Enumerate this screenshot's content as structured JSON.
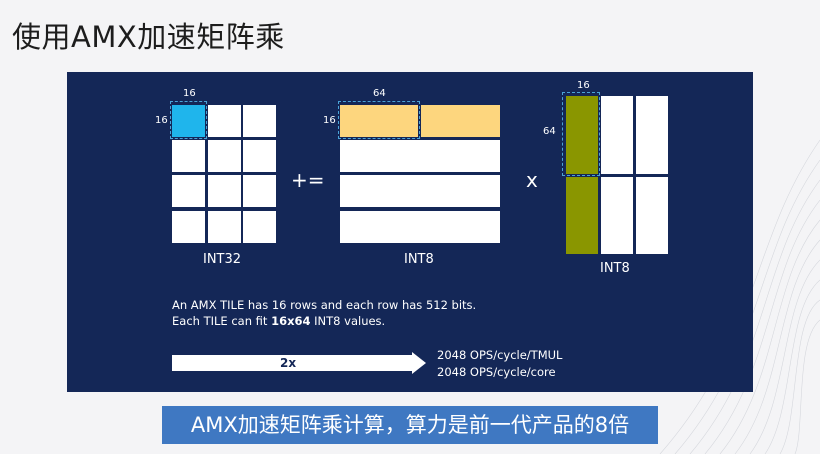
{
  "page": {
    "title": "使用AMX加速矩阵乘"
  },
  "diagram": {
    "matrix_a": {
      "caption": "INT32",
      "tile_width": "16",
      "tile_height": "16"
    },
    "matrix_b": {
      "caption": "INT8",
      "tile_width": "64",
      "tile_height": "16"
    },
    "matrix_c": {
      "caption": "INT8",
      "tile_width": "16",
      "tile_height": "64"
    },
    "operator_accumulate": "+=",
    "operator_multiply": "x",
    "note_line1": "An AMX TILE has 16 rows and each row has 512 bits.",
    "note_line2_prefix": "Each TILE can fit ",
    "note_line2_bold": "16x64",
    "note_line2_suffix": " INT8 values.",
    "arrow_label": "2x",
    "perf_line1": "2048 OPS/cycle/TMUL",
    "perf_line2": "2048 OPS/cycle/core",
    "colors": {
      "panel": "#142757",
      "tile_a": "#1fb5ec",
      "tile_b": "#fdd67e",
      "tile_c": "#8a9600"
    }
  },
  "banner": {
    "text": "AMX加速矩阵乘计算，算力是前一代产品的8倍"
  }
}
